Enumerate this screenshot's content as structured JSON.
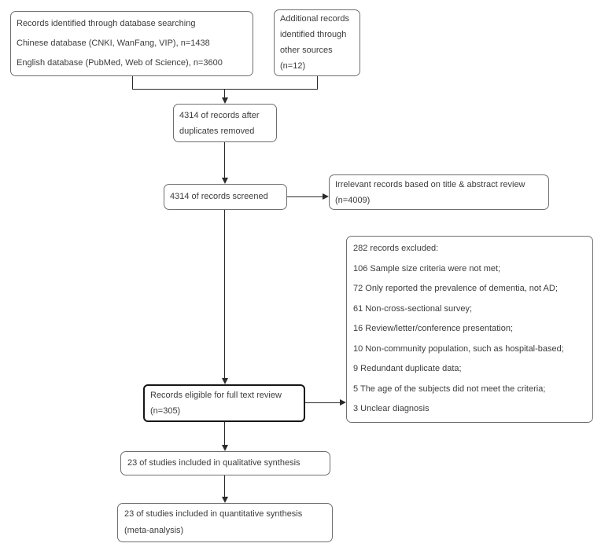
{
  "colors": {
    "background": "#ffffff",
    "box_border": "#6f6f6f",
    "emphasis_box_border": "#161616",
    "text": "#3c3c3c",
    "connector": "#2a2a2a"
  },
  "boxes": {
    "database_search": {
      "lines": [
        "Records identified through database searching",
        "Chinese database (CNKI, WanFang, VIP), n=1438",
        "English database (PubMed, Web of Science), n=3600"
      ]
    },
    "additional_records": {
      "lines": [
        "Additional records",
        "identified through",
        "other sources",
        "(n=12)"
      ]
    },
    "duplicates_removed": {
      "lines": [
        "4314 of records after",
        "duplicates removed"
      ]
    },
    "records_screened": {
      "lines": [
        "4314 of records screened"
      ]
    },
    "irrelevant_records": {
      "lines": [
        "Irrelevant records based on title & abstract review",
        "(n=4009)"
      ]
    },
    "records_excluded": {
      "lines": [
        "282 records excluded:",
        "106 Sample size criteria were not met;",
        "72 Only reported the prevalence of dementia, not AD;",
        "61 Non-cross-sectional survey;",
        "16 Review/letter/conference presentation;",
        "10 Non-community population, such as hospital-based;",
        "9 Redundant duplicate data;",
        "5 The age of the subjects did not meet the criteria;",
        "3 Unclear diagnosis"
      ]
    },
    "full_text_review": {
      "lines": [
        "Records eligible for full text review",
        "(n=305)"
      ]
    },
    "qualitative_synthesis": {
      "lines": [
        "23 of studies included in qualitative synthesis"
      ]
    },
    "quantitative_synthesis": {
      "lines": [
        "23 of studies included in quantitative synthesis",
        "(meta-analysis)"
      ]
    }
  }
}
